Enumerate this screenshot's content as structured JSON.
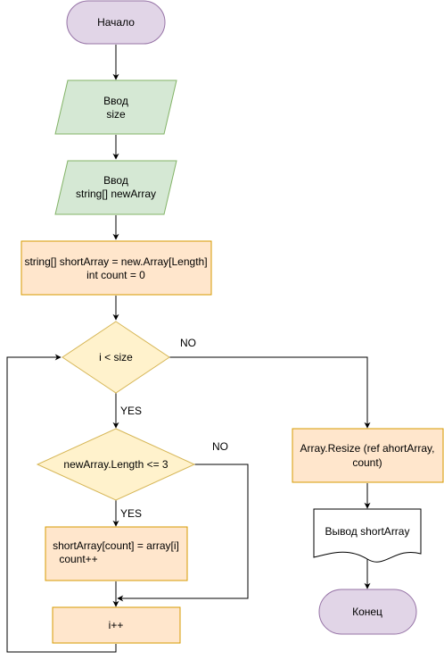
{
  "nodes": {
    "start": {
      "label": "Начало"
    },
    "input_size": {
      "line1": "Ввод",
      "line2": "size"
    },
    "input_array": {
      "line1": "Ввод",
      "line2": "string[] newArray"
    },
    "init": {
      "line1": "string[] shortArray = new.Array[Length]",
      "line2": "int count = 0"
    },
    "cond_loop": {
      "label": "i < size"
    },
    "cond_length": {
      "label": "newArray.Length <= 3"
    },
    "assign": {
      "line1": "shortArray[count] = array[i]",
      "line2": "count++"
    },
    "increment": {
      "label": "i++"
    },
    "resize": {
      "line1": "Array.Resize (ref ahortArray,",
      "line2": "count)"
    },
    "output": {
      "label": "Вывод shortArray"
    },
    "end": {
      "label": "Конец"
    }
  },
  "edge_labels": {
    "loop_no": "NO",
    "loop_yes": "YES",
    "length_no": "NO",
    "length_yes": "YES"
  },
  "colors": {
    "terminal_fill": "#e1d5e7",
    "terminal_stroke": "#9673a6",
    "io_fill": "#d5e8d4",
    "io_stroke": "#82b366",
    "process_fill": "#ffe6cc",
    "process_stroke": "#d79b00",
    "decision_fill": "#fff2cc",
    "decision_stroke": "#d6b656"
  }
}
